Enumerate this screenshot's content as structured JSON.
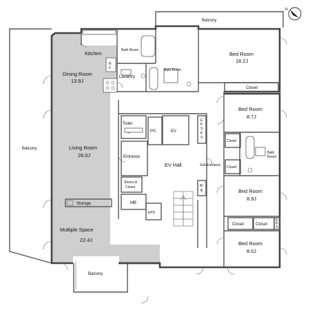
{
  "rooms": {
    "balcony_top": "Balcony",
    "balcony_left": "Balcony",
    "balcony_bottom": "Balcony",
    "kitchen": "Kitchen",
    "dining": "Dining Room",
    "dining_size": "13.9J",
    "living": "Living Room",
    "living_size": "26.0J",
    "multiple": "Multiple Space",
    "multiple_size": "22.4J",
    "storage": "Storage",
    "bath1": "Bath Room",
    "bath2": "Bath Room",
    "bath3a": "Bath",
    "bath3b": "Room",
    "lavatory": "Lavatory",
    "toilet": "Toilet",
    "entrance": "Entrance",
    "shoes1": "Shoes in",
    "shoes2": "Closet",
    "mb1": "MB",
    "mb2a": "M",
    "mb2b": "B",
    "ps": "PS",
    "ev": "EV",
    "eps1a": "E",
    "eps1b": "P",
    "eps1c": "S",
    "ps2a": "P",
    "ps2b": "S",
    "ev_hall": "EV Hall",
    "sub_entrance": "Sub Entrance",
    "eps2": "EPS",
    "eps3a": "E",
    "eps3b": "P",
    "eps3c": "S",
    "bed1": "Bed Room",
    "bed1_size": "18.2J",
    "bed2": "Bed Room",
    "bed2_size": "8.7J",
    "bed3": "Bed Room",
    "bed3_size": "8.9J",
    "bed4": "Bed Room",
    "bed4_size": "8.0J",
    "closet1": "Closet",
    "closet2": "Closet",
    "closet3": "Closet",
    "closet4": "Closet",
    "closet5": "Closet",
    "fridge_a": "R",
    "fridge_b": "F"
  },
  "compass": {
    "label": "N"
  },
  "colors": {
    "shaded": "#cfcfcf",
    "wall": "#444444"
  }
}
